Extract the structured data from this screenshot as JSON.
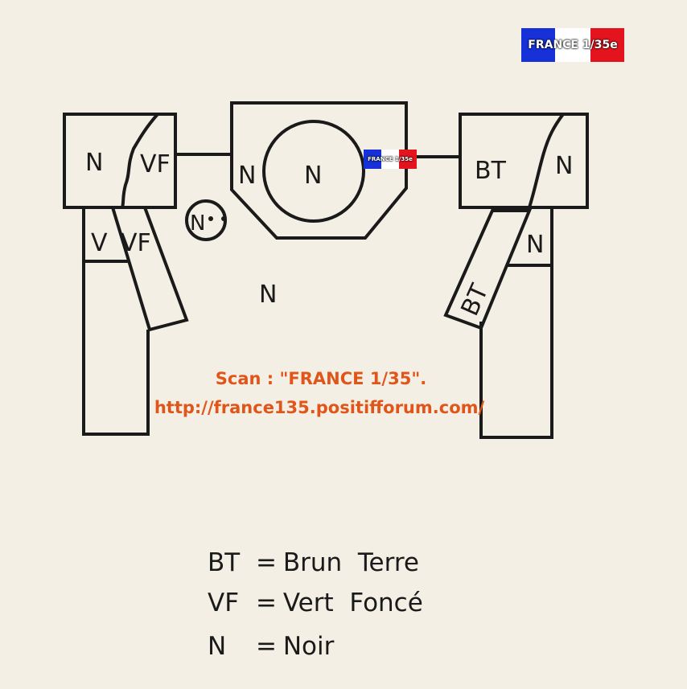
{
  "flag_badge": {
    "text": "FRANCE 1/35e",
    "colors": [
      "#1631d8",
      "#ffffff",
      "#e3141e"
    ]
  },
  "diagram": {
    "left_hatch": {
      "left_part": "N",
      "right_part": "VF"
    },
    "left_lower": {
      "left_part": "V",
      "strip": "VF"
    },
    "turret_left": "N",
    "turret_center": "N",
    "small_hatch": "N",
    "right_hatch": {
      "left_part": "BT",
      "right_part": "N"
    },
    "right_lower": {
      "box": "N",
      "strip": "BT"
    },
    "hull_body": "N"
  },
  "watermark": {
    "line1": "Scan : \"FRANCE 1/35\".",
    "line2": "http://france135.positifforum.com/",
    "color": "#e0561a"
  },
  "legend": [
    {
      "abbr": "BT",
      "eq": "=",
      "meaning": "Brun  Terre"
    },
    {
      "abbr": "VF",
      "eq": "=",
      "meaning": "Vert  Foncé"
    },
    {
      "abbr": "N",
      "eq": "=",
      "meaning": "Noir"
    }
  ]
}
